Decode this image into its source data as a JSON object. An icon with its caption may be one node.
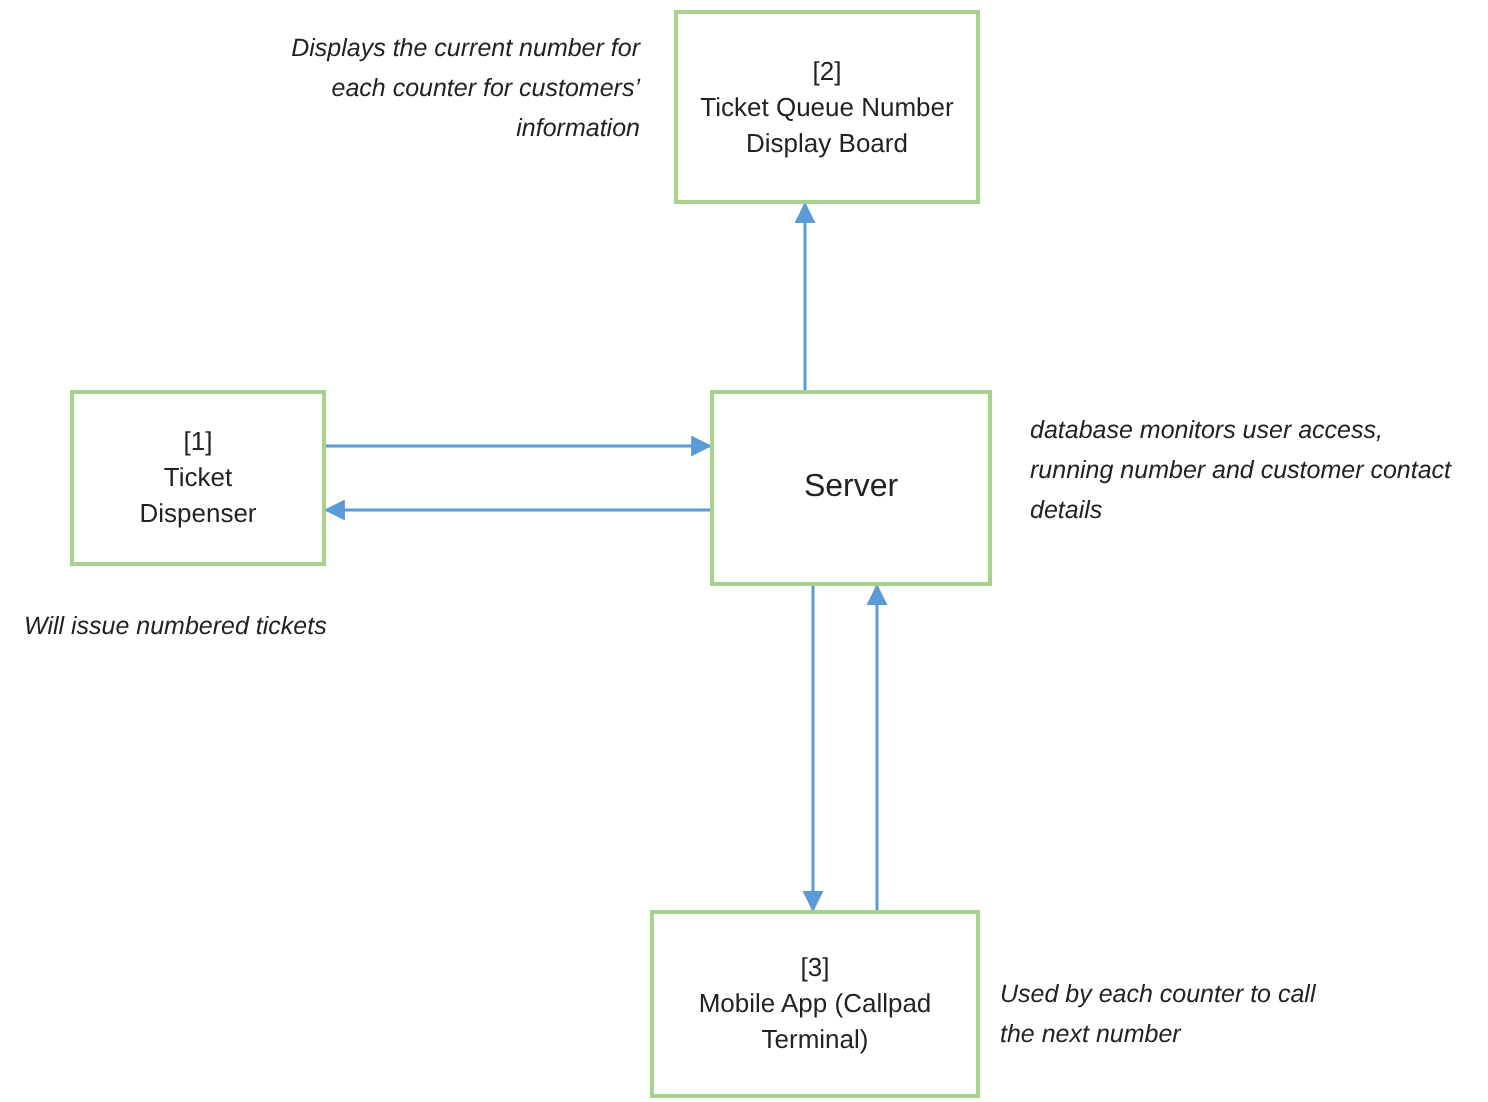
{
  "diagram": {
    "nodes": [
      {
        "text": [
          "[2]",
          "Ticket Queue Number Display Board"
        ],
        "beside": [
          "Displays the current number for each counter for customers’ information"
        ]
      },
      {
        "text": [
          "[1]",
          "Ticket Dispenser"
        ],
        "beside": [
          "Will issue numbered tickets"
        ]
      },
      {
        "text": [
          "Server"
        ],
        "beside": [
          "database monitors user access, running number and customer contact details"
        ]
      },
      {
        "text": [
          "[3]",
          "Mobile App (Callpad Terminal)"
        ],
        "beside": [
          "Used by each counter to call the next number"
        ]
      }
    ],
    "edges": [
      {
        "from": 2,
        "to": 0,
        "arrow": "to"
      },
      {
        "from": 2,
        "to": 1,
        "arrow": "to"
      },
      {
        "from": 1,
        "to": 2,
        "arrow": "to"
      },
      {
        "from": 2,
        "to": 3,
        "arrow": "to"
      },
      {
        "from": 3,
        "to": 2,
        "arrow": "to"
      }
    ]
  }
}
